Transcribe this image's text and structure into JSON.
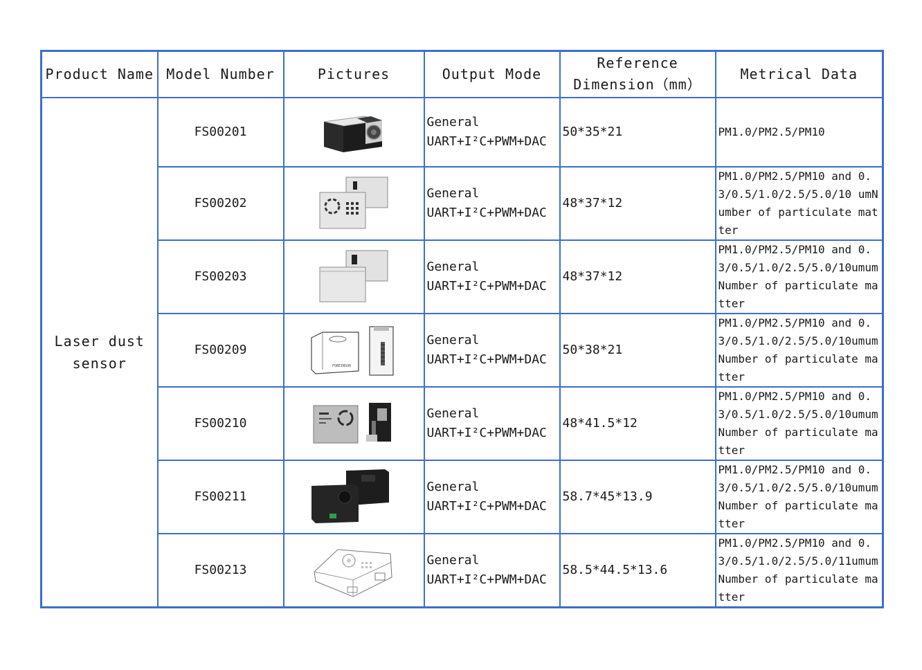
{
  "headers": {
    "product_name": "Product Name",
    "model_number": "Model Number",
    "pictures": "Pictures",
    "output_mode": "Output Mode",
    "reference_dimension": "Reference Dimension（mm）",
    "metrical_data": "Metrical Data"
  },
  "product_name": "Laser dust sensor",
  "rows": [
    {
      "model": "FS00201",
      "mode_line1": "General",
      "mode_line2": "UART+I²C+PWM+DAC",
      "dimension": "50*35*21",
      "metrical": "PM1.0/PM2.5/PM10"
    },
    {
      "model": "FS00202",
      "mode_line1": "General",
      "mode_line2": "UART+I²C+PWM+DAC",
      "dimension": "48*37*12",
      "metrical": "PM1.0/PM2.5/PM10 and 0.3/0.5/1.0/2.5/5.0/10 umNumber of particulate matter"
    },
    {
      "model": "FS00203",
      "mode_line1": "General",
      "mode_line2": "UART+I²C+PWM+DAC",
      "dimension": "48*37*12",
      "metrical": "PM1.0/PM2.5/PM10 and 0.3/0.5/1.0/2.5/5.0/10umumNumber of particulate matter"
    },
    {
      "model": "FS00209",
      "mode_line1": "General",
      "mode_line2": "UART+I²C+PWM+DAC",
      "dimension": "50*38*21",
      "metrical": "PM1.0/PM2.5/PM10 and 0.3/0.5/1.0/2.5/5.0/10umumNumber of particulate matter"
    },
    {
      "model": "FS00210",
      "mode_line1": "General",
      "mode_line2": "UART+I²C+PWM+DAC",
      "dimension": "48*41.5*12",
      "metrical": "PM1.0/PM2.5/PM10 and 0.3/0.5/1.0/2.5/5.0/10umumNumber of particulate matter"
    },
    {
      "model": "FS00211",
      "mode_line1": "General",
      "mode_line2": "UART+I²C+PWM+DAC",
      "dimension": "58.7*45*13.9",
      "metrical": "PM1.0/PM2.5/PM10 and 0.3/0.5/1.0/2.5/5.0/10umumNumber of particulate matter"
    },
    {
      "model": "FS00213",
      "mode_line1": "General",
      "mode_line2": "UART+I²C+PWM+DAC",
      "dimension": "58.5*44.5*13.6",
      "metrical": "PM1.0/PM2.5/PM10 and 0.3/0.5/1.0/2.5/5.0/11umumNumber of particulate matter"
    }
  ],
  "colors": {
    "border": "#3a6fc9",
    "text": "#1a1a1a"
  }
}
